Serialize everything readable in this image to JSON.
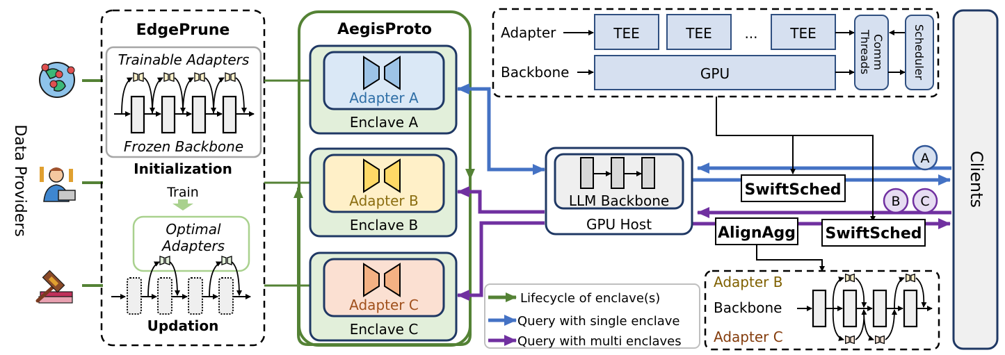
{
  "left_label": "Data Providers",
  "data_providers": [
    {
      "icon": "globe-map-pins-icon"
    },
    {
      "icon": "analyst-laptop-icon"
    },
    {
      "icon": "gavel-books-icon"
    }
  ],
  "edgeprune": {
    "title": "EdgePrune",
    "trainable": "Trainable Adapters",
    "frozen": "Frozen Backbone",
    "initialization": "Initialization",
    "train": "Train",
    "optimal_line1": "Optimal",
    "optimal_line2": "Adapters",
    "updation": "Updation"
  },
  "aegisproto": {
    "title": "AegisProto",
    "enclaves": [
      {
        "adapter": "Adapter A",
        "enclave": "Enclave A",
        "adapter_color": "#2e6ea6"
      },
      {
        "adapter": "Adapter B",
        "enclave": "Enclave B",
        "adapter_color": "#8a6d10"
      },
      {
        "adapter": "Adapter C",
        "enclave": "Enclave C",
        "adapter_color": "#a0501c"
      }
    ]
  },
  "hardware": {
    "adapter_label": "Adapter",
    "backbone_label": "Backbone",
    "tee_labels": [
      "TEE",
      "TEE",
      "TEE"
    ],
    "ellipsis": "...",
    "gpu": "GPU",
    "comm_threads": "Comm Threads",
    "comm_line1": "Comm",
    "comm_line2": "Threads",
    "scheduler": "Scheduler"
  },
  "gpu_host": {
    "backbone": "LLM Backbone",
    "host": "GPU Host"
  },
  "swiftsched_top": "SwiftSched",
  "swiftsched_bottom": "SwiftSched",
  "alignagg": "AlignAgg",
  "badges": [
    "A",
    "B",
    "C"
  ],
  "clients": "Clients",
  "legend": [
    {
      "label": "Lifecycle of enclave(s)",
      "color": "#548235"
    },
    {
      "label": "Query with single enclave",
      "color": "#4472c4"
    },
    {
      "label": "Query with multi enclaves",
      "color": "#7030a0"
    }
  ],
  "merge": {
    "adapter_b": "Adapter B",
    "backbone": "Backbone",
    "adapter_c": "Adapter C"
  },
  "colors": {
    "green": "#548235",
    "blue": "#4472c4",
    "purple": "#7030a0",
    "navy": "#1f3864"
  }
}
